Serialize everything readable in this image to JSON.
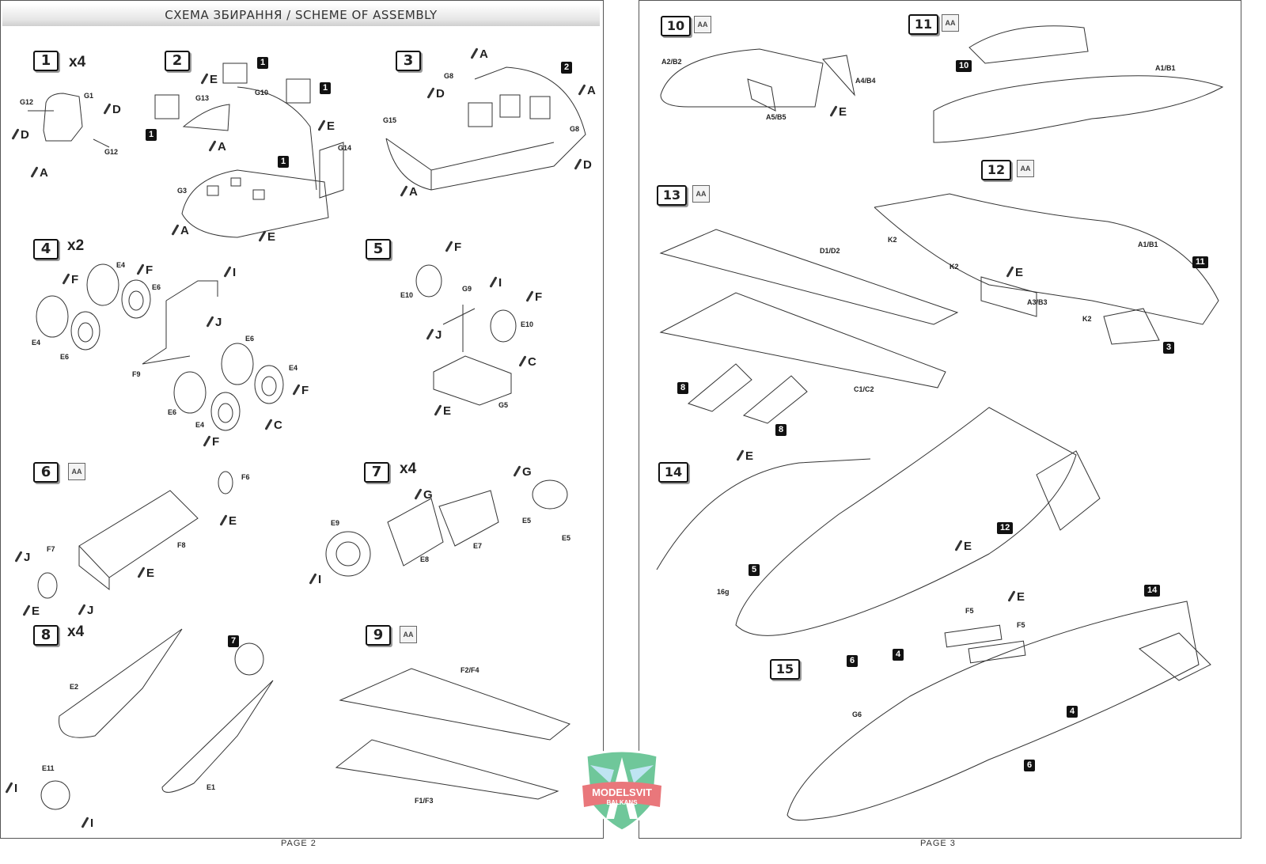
{
  "header": {
    "title": "СХЕМА ЗБИРАННЯ / SCHEME OF ASSEMBLY"
  },
  "footer": {
    "left": "PAGE 2",
    "right": "PAGE 3"
  },
  "logo": {
    "text1": "MODELSVIT",
    "text2": "BALKANS"
  },
  "steps": [
    {
      "number": "1",
      "multiplier": "x4"
    },
    {
      "number": "2"
    },
    {
      "number": "3"
    },
    {
      "number": "4",
      "multiplier": "x2"
    },
    {
      "number": "5"
    },
    {
      "number": "6",
      "aa": "AA"
    },
    {
      "number": "7",
      "multiplier": "x4"
    },
    {
      "number": "8",
      "multiplier": "x4"
    },
    {
      "number": "9",
      "aa": "AA"
    },
    {
      "number": "10",
      "aa": "AA"
    },
    {
      "number": "11",
      "aa": "AA"
    },
    {
      "number": "12",
      "aa": "AA"
    },
    {
      "number": "13",
      "aa": "AA"
    },
    {
      "number": "14"
    },
    {
      "number": "15"
    }
  ],
  "labels": [
    {
      "t": "G12",
      "k": "part"
    },
    {
      "t": "G1",
      "k": "part"
    },
    {
      "t": "D",
      "k": "glue"
    },
    {
      "t": "D",
      "k": "glue"
    },
    {
      "t": "G12",
      "k": "part"
    },
    {
      "t": "A",
      "k": "glue"
    },
    {
      "t": "E",
      "k": "glue"
    },
    {
      "t": "G13",
      "k": "part"
    },
    {
      "t": "G10",
      "k": "part"
    },
    {
      "t": "E",
      "k": "glue"
    },
    {
      "t": "G14",
      "k": "part"
    },
    {
      "t": "A",
      "k": "glue"
    },
    {
      "t": "G3",
      "k": "part"
    },
    {
      "t": "A",
      "k": "glue"
    },
    {
      "t": "E",
      "k": "glue"
    },
    {
      "t": "1",
      "k": "ref"
    },
    {
      "t": "1",
      "k": "ref"
    },
    {
      "t": "1",
      "k": "ref"
    },
    {
      "t": "1",
      "k": "ref"
    },
    {
      "t": "A",
      "k": "glue"
    },
    {
      "t": "G8",
      "k": "part"
    },
    {
      "t": "D",
      "k": "glue"
    },
    {
      "t": "G15",
      "k": "part"
    },
    {
      "t": "G8",
      "k": "part"
    },
    {
      "t": "A",
      "k": "glue"
    },
    {
      "t": "D",
      "k": "glue"
    },
    {
      "t": "A",
      "k": "glue"
    },
    {
      "t": "2",
      "k": "ref"
    },
    {
      "t": "E4",
      "k": "part"
    },
    {
      "t": "F",
      "k": "glue"
    },
    {
      "t": "E6",
      "k": "part"
    },
    {
      "t": "I",
      "k": "glue"
    },
    {
      "t": "F",
      "k": "glue"
    },
    {
      "t": "J",
      "k": "glue"
    },
    {
      "t": "E4",
      "k": "part"
    },
    {
      "t": "E6",
      "k": "part"
    },
    {
      "t": "F9",
      "k": "part"
    },
    {
      "t": "E6",
      "k": "part"
    },
    {
      "t": "E4",
      "k": "part"
    },
    {
      "t": "F",
      "k": "glue"
    },
    {
      "t": "E6",
      "k": "part"
    },
    {
      "t": "E4",
      "k": "part"
    },
    {
      "t": "C",
      "k": "glue"
    },
    {
      "t": "F",
      "k": "glue"
    },
    {
      "t": "F",
      "k": "glue"
    },
    {
      "t": "G9",
      "k": "part"
    },
    {
      "t": "I",
      "k": "glue"
    },
    {
      "t": "E10",
      "k": "part"
    },
    {
      "t": "F",
      "k": "glue"
    },
    {
      "t": "E10",
      "k": "part"
    },
    {
      "t": "J",
      "k": "glue"
    },
    {
      "t": "C",
      "k": "glue"
    },
    {
      "t": "E",
      "k": "glue"
    },
    {
      "t": "G5",
      "k": "part"
    },
    {
      "t": "F6",
      "k": "part"
    },
    {
      "t": "E",
      "k": "glue"
    },
    {
      "t": "F8",
      "k": "part"
    },
    {
      "t": "F7",
      "k": "part"
    },
    {
      "t": "J",
      "k": "glue"
    },
    {
      "t": "E",
      "k": "glue"
    },
    {
      "t": "E",
      "k": "glue"
    },
    {
      "t": "J",
      "k": "glue"
    },
    {
      "t": "G",
      "k": "glue"
    },
    {
      "t": "G",
      "k": "glue"
    },
    {
      "t": "E9",
      "k": "part"
    },
    {
      "t": "E5",
      "k": "part"
    },
    {
      "t": "E5",
      "k": "part"
    },
    {
      "t": "E7",
      "k": "part"
    },
    {
      "t": "E8",
      "k": "part"
    },
    {
      "t": "I",
      "k": "glue"
    },
    {
      "t": "7",
      "k": "ref"
    },
    {
      "t": "E2",
      "k": "part"
    },
    {
      "t": "E11",
      "k": "part"
    },
    {
      "t": "I",
      "k": "glue"
    },
    {
      "t": "E1",
      "k": "part"
    },
    {
      "t": "I",
      "k": "glue"
    },
    {
      "t": "F2/F4",
      "k": "part"
    },
    {
      "t": "F1/F3",
      "k": "part"
    },
    {
      "t": "A2/B2",
      "k": "part"
    },
    {
      "t": "A4/B4",
      "k": "part"
    },
    {
      "t": "A5/B5",
      "k": "part"
    },
    {
      "t": "E",
      "k": "glue"
    },
    {
      "t": "10",
      "k": "ref"
    },
    {
      "t": "A1/B1",
      "k": "part"
    },
    {
      "t": "D1/D2",
      "k": "part"
    },
    {
      "t": "K2",
      "k": "part"
    },
    {
      "t": "K2",
      "k": "part"
    },
    {
      "t": "A1/B1",
      "k": "part"
    },
    {
      "t": "11",
      "k": "ref"
    },
    {
      "t": "E",
      "k": "glue"
    },
    {
      "t": "A3/B3",
      "k": "part"
    },
    {
      "t": "K2",
      "k": "part"
    },
    {
      "t": "3",
      "k": "ref"
    },
    {
      "t": "C1/C2",
      "k": "part"
    },
    {
      "t": "8",
      "k": "ref"
    },
    {
      "t": "8",
      "k": "ref"
    },
    {
      "t": "E",
      "k": "glue"
    },
    {
      "t": "12",
      "k": "ref"
    },
    {
      "t": "E",
      "k": "glue"
    },
    {
      "t": "5",
      "k": "ref"
    },
    {
      "t": "16g",
      "k": "part"
    },
    {
      "t": "14",
      "k": "ref"
    },
    {
      "t": "E",
      "k": "glue"
    },
    {
      "t": "F5",
      "k": "part"
    },
    {
      "t": "F5",
      "k": "part"
    },
    {
      "t": "6",
      "k": "ref"
    },
    {
      "t": "4",
      "k": "ref"
    },
    {
      "t": "4",
      "k": "ref"
    },
    {
      "t": "G6",
      "k": "part"
    },
    {
      "t": "6",
      "k": "ref"
    }
  ]
}
